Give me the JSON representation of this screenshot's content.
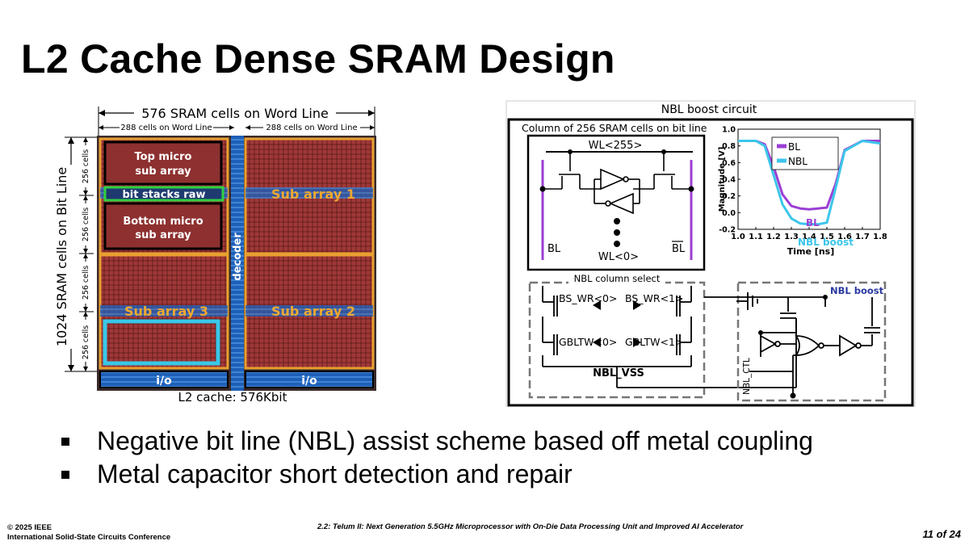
{
  "slide": {
    "title": "L2 Cache Dense SRAM Design",
    "bullets": [
      "Negative bit line (NBL) assist scheme based off metal coupling",
      "Metal capacitor short detection and repair"
    ],
    "footer": {
      "copyright": "© 2025 IEEE",
      "conference": "International Solid-State Circuits Conference",
      "paper": "2.2: Telum II: Next Generation 5.5GHz Microprocessor with On-Die Data Processing Unit and Improved AI Accelerator",
      "page": "11 of 24"
    }
  },
  "floorplan": {
    "word_line_label": "576 SRAM cells on Word Line",
    "half_word_line_left": "288 cells on Word Line",
    "half_word_line_right": "288 cells on Word Line",
    "bit_line_label": "1024 SRAM cells on Bit Line",
    "seg_labels": [
      "256 cells",
      "256 cells",
      "256 cells",
      "256 cells"
    ],
    "top_micro": "Top micro sub array",
    "bottom_micro": "Bottom micro sub array",
    "bit_stacks": "bit stacks raw",
    "sub1": "Sub array 1",
    "sub2": "Sub array 2",
    "sub3": "Sub array 3",
    "decoder": "decoder",
    "io_left": "i/o",
    "io_right": "i/o",
    "caption": "L2 cache: 576Kbit",
    "colors": {
      "array": "#a23a3a",
      "frame": "#e8a030",
      "decoder": "#2b7fd0",
      "highlight": "#38c8e8",
      "green": "#30d040"
    }
  },
  "circuit": {
    "title": "NBL boost circuit",
    "column_label": "Column of 256 SRAM cells on bit line",
    "wl_top": "WL<255>",
    "wl_bottom": "WL<0>",
    "bl": "BL",
    "blb": "BL",
    "column_select": "NBL column select",
    "bs_wr0": "BS_WR<0>",
    "bs_wr1": "BS_WR<1>",
    "gbltw0": "GBLTW<0>",
    "gbltw1": "GBLTW<1>",
    "nbl_vss": "NBL_VSS",
    "nbl_boost": "NBL boost",
    "nbl_ctl": "NBL_CTL"
  },
  "chart_data": {
    "type": "line",
    "xlabel": "Time [ns]",
    "ylabel": "Magnitude [V]",
    "xlim": [
      1.0,
      1.8
    ],
    "ylim": [
      -0.2,
      1.0
    ],
    "x_ticks": [
      "1.0",
      "1.1",
      "1.2",
      "1.3",
      "1.4",
      "1.5",
      "1.6",
      "1.7",
      "1.8"
    ],
    "y_ticks": [
      "1.0",
      "0.8",
      "0.6",
      "0.4",
      "0.2",
      "0.0",
      "-0.2"
    ],
    "legend_position": "top-right",
    "annotations": [
      "BL",
      "NBL boost"
    ],
    "series": [
      {
        "name": "BL",
        "color": "#9b3fd4",
        "x": [
          1.0,
          1.1,
          1.15,
          1.2,
          1.25,
          1.3,
          1.35,
          1.4,
          1.45,
          1.5,
          1.55,
          1.6,
          1.7,
          1.8
        ],
        "y": [
          0.86,
          0.86,
          0.82,
          0.55,
          0.22,
          0.08,
          0.05,
          0.04,
          0.05,
          0.06,
          0.35,
          0.75,
          0.86,
          0.86
        ]
      },
      {
        "name": "NBL",
        "color": "#3cc6ea",
        "x": [
          1.0,
          1.1,
          1.15,
          1.2,
          1.25,
          1.3,
          1.35,
          1.4,
          1.45,
          1.5,
          1.55,
          1.6,
          1.7,
          1.8
        ],
        "y": [
          0.86,
          0.86,
          0.8,
          0.45,
          0.1,
          -0.07,
          -0.13,
          -0.14,
          -0.14,
          -0.12,
          0.3,
          0.74,
          0.86,
          0.83
        ]
      }
    ]
  }
}
